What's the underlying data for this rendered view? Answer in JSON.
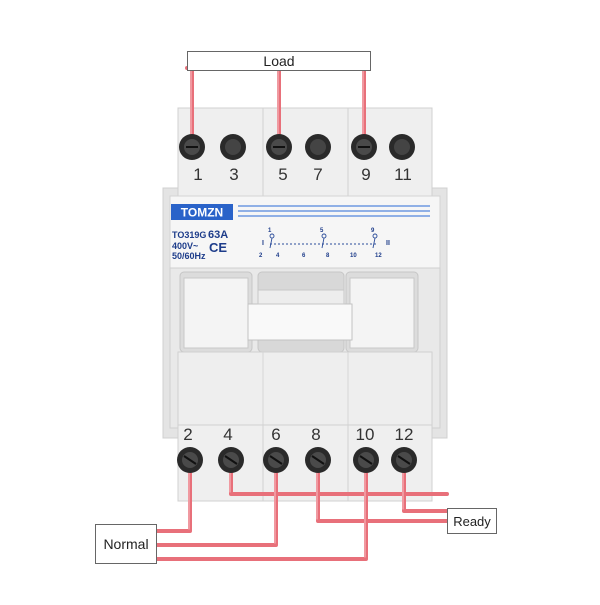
{
  "labels": {
    "load": "Load",
    "normal": "Normal",
    "ready": "Ready"
  },
  "device": {
    "brand": "TOMZN",
    "model": "TO319G",
    "rating": "63A",
    "voltage": "400V~",
    "frequency": "50/60Hz",
    "ce_mark": "CE",
    "position_one": "I",
    "position_two": "II",
    "top_terminals": [
      "1",
      "3",
      "5",
      "7",
      "9",
      "11"
    ],
    "bottom_terminals": [
      "2",
      "4",
      "6",
      "8",
      "10",
      "12"
    ],
    "schematic_top_numbers": [
      "1",
      "5",
      "9"
    ],
    "schematic_bottom_numbers": [
      "2",
      "4",
      "6",
      "8",
      "10",
      "12"
    ]
  },
  "colors": {
    "wire": "#e8707a",
    "brand_blue": "#2a63c9",
    "body": "#ececec"
  }
}
